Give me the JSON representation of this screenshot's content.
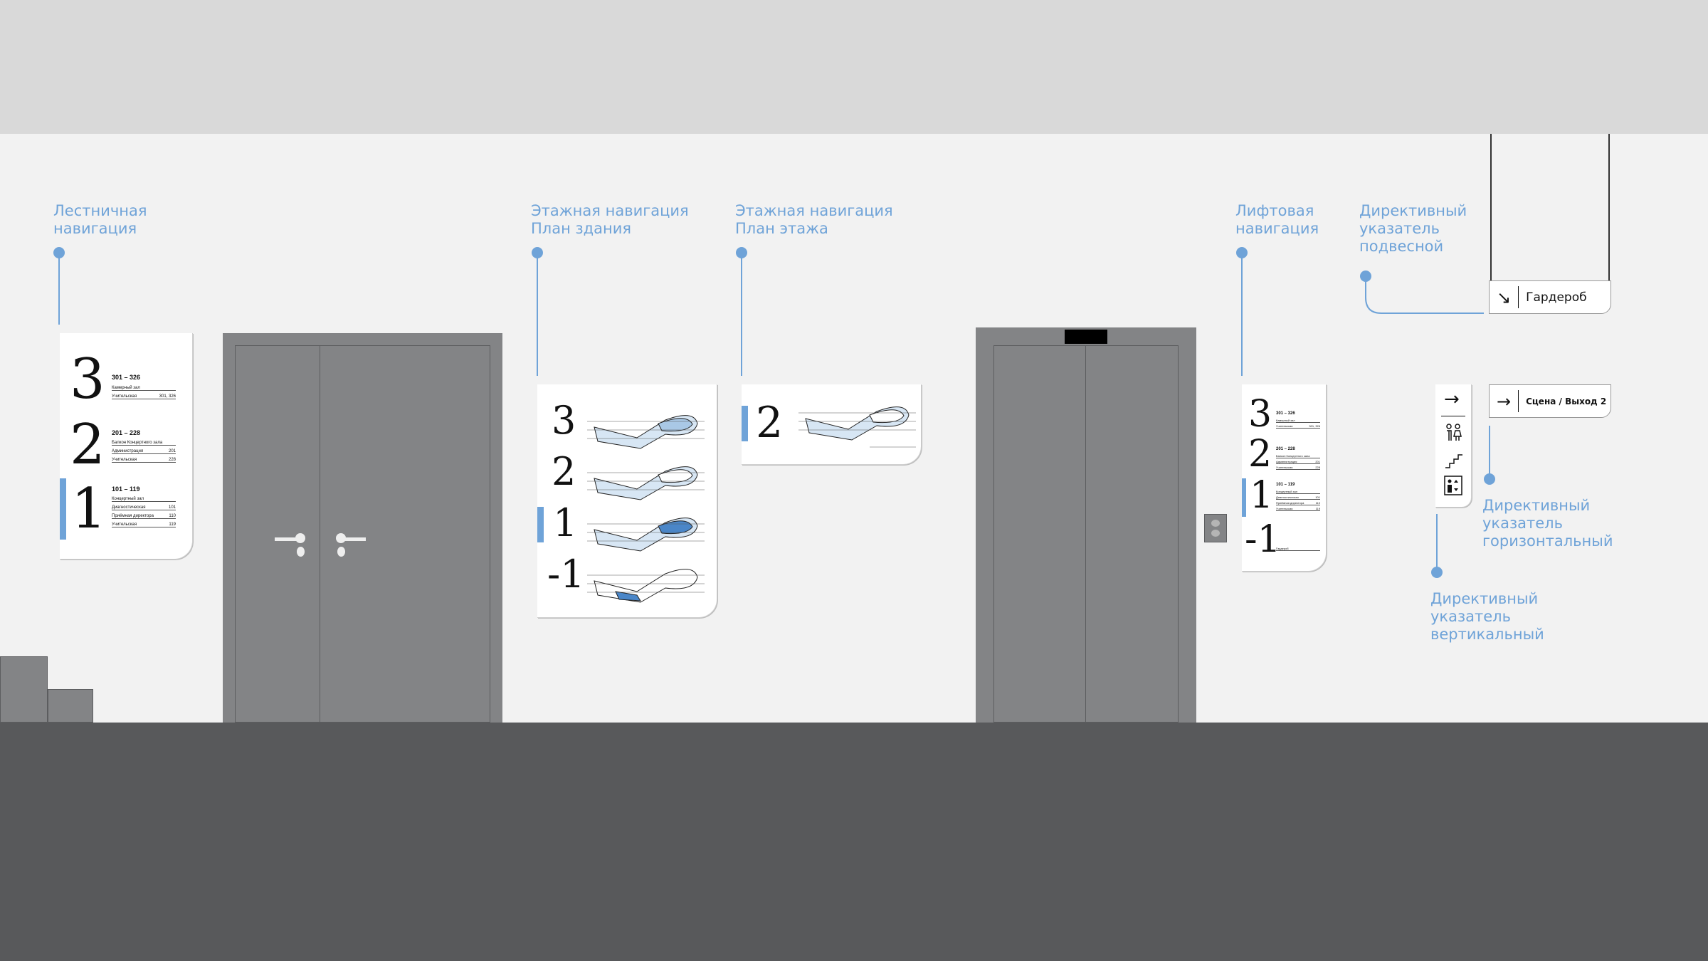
{
  "labels": {
    "stair": "Лестничная\nнавигация",
    "floor_building": "Этажная навигация\nПлан здания",
    "floor_plan": "Этажная навигация\nПлан этажа",
    "lift": "Лифтовая\nнавигация",
    "hanging": "Директивный\nуказатель\nподвесной",
    "horizontal": "Директивный\nуказатель\nгоризонтальный",
    "vertical": "Директивный\nуказатель\nвертикальный"
  },
  "stair_sign": {
    "floors": [
      {
        "digit": "3",
        "range": "301 – 326",
        "rows": [
          [
            "Камерный зал",
            ""
          ],
          [
            "Учительская",
            "301, 326"
          ]
        ]
      },
      {
        "digit": "2",
        "range": "201 – 228",
        "rows": [
          [
            "Балкон Концертного зала",
            ""
          ],
          [
            "Администрация",
            "201"
          ],
          [
            "Учительская",
            "228"
          ]
        ]
      },
      {
        "digit": "1",
        "range": "101 – 119",
        "rows": [
          [
            "Концертный зал",
            ""
          ],
          [
            "Диагностическая",
            "101"
          ],
          [
            "Приёмная директора",
            "110"
          ],
          [
            "Учительская",
            "119"
          ]
        ]
      }
    ]
  },
  "building_sign": {
    "digits": [
      "3",
      "2",
      "1",
      "-1"
    ]
  },
  "floorplan_sign": {
    "digit": "2"
  },
  "lift_sign": {
    "floors": [
      {
        "digit": "3",
        "range": "301 – 326",
        "rows": [
          [
            "Камерный зал",
            ""
          ],
          [
            "Учительская",
            "301, 326"
          ]
        ]
      },
      {
        "digit": "2",
        "range": "201 – 228",
        "rows": [
          [
            "Балкон Концертного зала",
            ""
          ],
          [
            "Администрация",
            "201"
          ],
          [
            "Учительская",
            "228"
          ]
        ]
      },
      {
        "digit": "1",
        "range": "101 – 119",
        "rows": [
          [
            "Концертный зал",
            ""
          ],
          [
            "Диагностическая",
            "101"
          ],
          [
            "Приёмная директора",
            "110"
          ],
          [
            "Учительская",
            "119"
          ]
        ]
      },
      {
        "digit": "-1",
        "range": "",
        "rows": [
          [
            "Гардероб",
            ""
          ]
        ]
      }
    ]
  },
  "hanging_sign": {
    "arrow": "↘",
    "text": "Гардероб"
  },
  "horizontal_sign": {
    "arrow": "→",
    "text": "Сцена / Выход 2"
  },
  "vertical_sign": {
    "icons": [
      "arrow-right-icon",
      "restroom-icon",
      "stairs-icon",
      "elevator-icon"
    ]
  },
  "colors": {
    "accent": "#6fa3d8",
    "door": "#838486",
    "floor": "#58595b",
    "ceiling": "#d9d9d9",
    "wall": "#f2f2f2"
  }
}
